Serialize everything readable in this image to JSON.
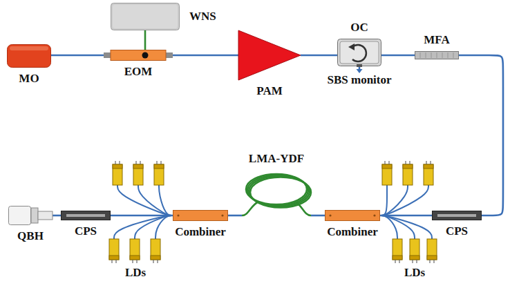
{
  "diagram": {
    "nodes": [
      {
        "text": [
          "WNS"
        ]
      },
      {
        "text": [
          "MO"
        ]
      },
      {
        "text": [
          "EOM"
        ]
      },
      {
        "text": [
          "PAM"
        ]
      },
      {
        "text": [
          "OC"
        ]
      },
      {
        "text": [
          "MFA"
        ]
      },
      {
        "text": [
          "QBH"
        ]
      },
      {
        "text": [
          "CPS"
        ]
      },
      {
        "text": [
          "Combiner"
        ]
      },
      {
        "text": [
          "LMA-YDF"
        ]
      },
      {
        "text": [
          "Combiner"
        ]
      },
      {
        "text": [
          "CPS"
        ]
      }
    ],
    "edges": [
      {
        "from": 1,
        "to": 2,
        "arrow": "none"
      },
      {
        "from": 0,
        "to": 2,
        "arrow": "none"
      },
      {
        "from": 2,
        "to": 3,
        "arrow": "none"
      },
      {
        "from": 3,
        "to": 4,
        "arrow": "none"
      },
      {
        "from": 4,
        "to": 5,
        "arrow": "none"
      },
      {
        "from": 5,
        "to": 11,
        "arrow": "none"
      },
      {
        "from": 11,
        "to": 10,
        "arrow": "none"
      },
      {
        "from": 10,
        "to": 9,
        "arrow": "none"
      },
      {
        "from": 9,
        "to": 8,
        "arrow": "none"
      },
      {
        "from": 8,
        "to": 7,
        "arrow": "none"
      },
      {
        "from": 7,
        "to": 6,
        "arrow": "none"
      }
    ],
    "labels": [
      "SBS monitor",
      "LDs",
      "LDs"
    ]
  }
}
